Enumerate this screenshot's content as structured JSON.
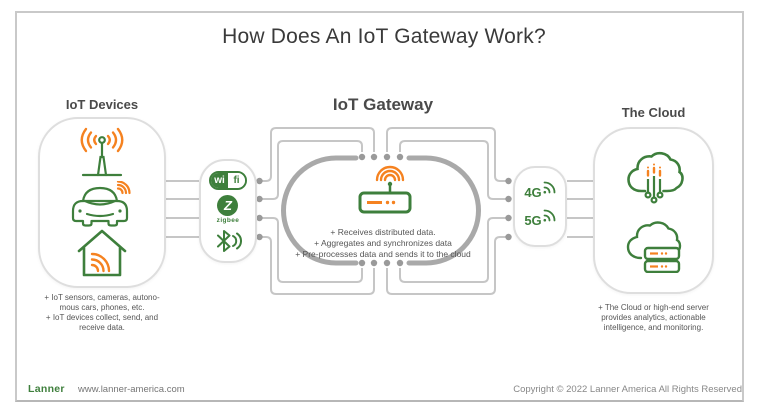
{
  "title": "How Does An IoT Gateway Work?",
  "sections": {
    "devices": {
      "heading": "IoT Devices",
      "caption_lines": [
        "+ IoT sensors, cameras, autono-",
        "mous cars, phones, etc.",
        "+ IoT devices collect, send, and",
        "receive data."
      ]
    },
    "protocols": {
      "wifi_left": "wi",
      "wifi_right": "fi",
      "zigbee_letter": "Z",
      "zigbee_label": "zigbee"
    },
    "gateway": {
      "heading": "IoT Gateway",
      "bullets": [
        "+ Receives distributed data.",
        "+ Aggregates and synchronizes data",
        "+ Pre-processes data and sends it to the cloud"
      ]
    },
    "network": {
      "item_4g": "4G",
      "item_5g": "5G"
    },
    "cloud": {
      "heading": "The Cloud",
      "caption_lines": [
        "+ The Cloud or high-end server",
        "provides analytics, actionable",
        "intelligence, and monitoring."
      ]
    }
  },
  "icons": {
    "devices": [
      "antenna-icon",
      "connected-car-icon",
      "smart-home-icon"
    ],
    "protocols": [
      "wifi-logo-icon",
      "zigbee-logo-icon",
      "bluetooth-icon"
    ],
    "gateway": "router-icon",
    "network": "signal-arcs-icon",
    "cloud": [
      "cloud-analytics-icon",
      "cloud-server-icon"
    ]
  },
  "colors": {
    "brand_green": "#3e7f3c",
    "accent_orange": "#f58220",
    "connector_gray": "#c6c6c6",
    "ring_gray": "#a9a9a9",
    "dot_gray": "#9a9a9a",
    "heading_text": "#4a4a4a",
    "caption_text": "#565656"
  },
  "footer": {
    "brand": "Lanner",
    "website": "www.lanner-america.com",
    "copyright": "Copyright © 2022 Lanner America All Rights Reserved"
  }
}
